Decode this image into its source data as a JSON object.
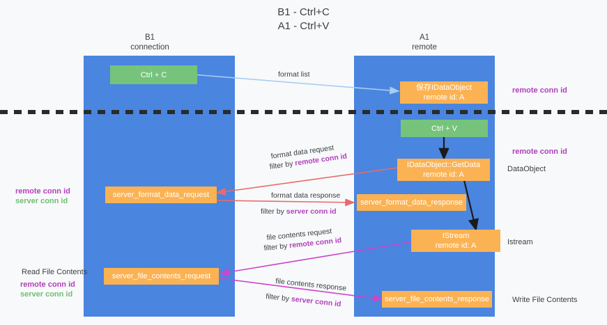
{
  "title": {
    "line1": "B1 - Ctrl+C",
    "line2": "A1 - Ctrl+V"
  },
  "lanes": [
    {
      "id": "b1",
      "head_line1": "B1",
      "head_line2": "connection",
      "color": "#4a86e0"
    },
    {
      "id": "a1",
      "head_line1": "A1",
      "head_line2": "remote",
      "color": "#4a86e0"
    }
  ],
  "boxes": {
    "ctrl_c": {
      "label": "Ctrl + C",
      "color": "#76c47c"
    },
    "ctrl_v": {
      "label": "Ctrl + V",
      "color": "#76c47c"
    },
    "idataobject_create": {
      "line1": "保存IDataObject",
      "line2": "remote id: A",
      "color": "#fbb253"
    },
    "idataobject_getdata": {
      "line1": "IDataObject::GetData",
      "line2": "remote id: A",
      "color": "#fbb253"
    },
    "istream": {
      "line1": "IStream",
      "line2": "remote id: A",
      "color": "#fbb253"
    },
    "server_format_data_request": {
      "label": "server_format_data_request",
      "color": "#fbb253"
    },
    "server_format_data_response": {
      "label": "server_format_data_response",
      "color": "#fbb253"
    },
    "server_file_contents_request": {
      "label": "server_file_contents_request",
      "color": "#fbb253"
    },
    "server_file_contents_response": {
      "label": "server_file_contents_response",
      "color": "#fbb253"
    }
  },
  "edge_labels": {
    "format_list": "format list",
    "format_data_request": "format data request",
    "format_data_request_filter_prefix": "filter by ",
    "format_data_request_filter_key": "remote conn id",
    "format_data_response": "format data response",
    "format_data_response_filter_prefix": "filter by ",
    "format_data_response_filter_key": "server conn id",
    "file_contents_request": "file contents request",
    "file_contents_request_filter_prefix": "filter by ",
    "file_contents_request_filter_key": "remote conn id",
    "file_contents_response": "file contents response",
    "file_contents_response_filter_prefix": "filter by ",
    "file_contents_response_filter_key": "server conn id"
  },
  "annotations": {
    "right_remote_conn_id_top": "remote conn id",
    "right_remote_conn_id_mid": "remote conn id",
    "right_dataobject": "DataObject",
    "right_istream": "Istream",
    "right_write_file_contents": "Write File Contents",
    "left_remote_conn_id": "remote conn id",
    "left_server_conn_id": "server conn id",
    "left_read_file_contents": "Read File Contents",
    "left_remote_conn_id_2": "remote conn id",
    "left_server_conn_id_2": "server conn id"
  },
  "colors": {
    "lane_blue": "#4a86e0",
    "orange": "#fbb253",
    "green": "#76c47c",
    "purple": "#b23fbb",
    "green_text": "#6fbf73",
    "arrow_light_blue": "#a8cdf0",
    "arrow_red": "#ea6a6a",
    "arrow_magenta": "#cc44cc",
    "arrow_black": "#1b1b1b",
    "divider": "#2b2b2b",
    "background": "#f8f9fa"
  }
}
